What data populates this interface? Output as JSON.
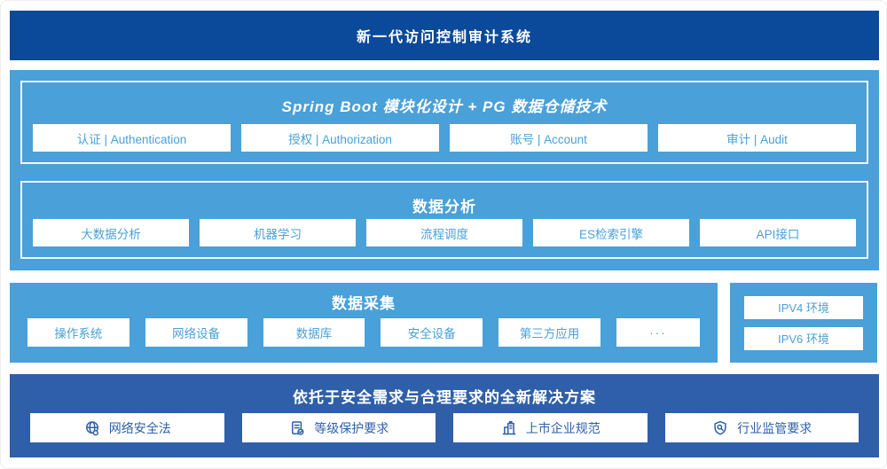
{
  "banner": {
    "title": "新一代访问控制审计系统"
  },
  "platform": {
    "spring_boot": {
      "title": "Spring Boot 模块化设计 + PG 数据仓储技术",
      "modules": [
        "认证 | Authentication",
        "授权 | Authorization",
        "账号 | Account",
        "审计 | Audit"
      ]
    },
    "data_analysis": {
      "title": "数据分析",
      "modules": [
        "大数据分析",
        "机器学习",
        "流程调度",
        "ES检索引擎",
        "API接口"
      ]
    }
  },
  "data_collection": {
    "title": "数据采集",
    "sources": [
      "操作系统",
      "网络设备",
      "数据库",
      "安全设备",
      "第三方应用",
      "···"
    ]
  },
  "environments": {
    "items": [
      "IPV4 环境",
      "IPV6 环境"
    ]
  },
  "solution": {
    "title": "依托于安全需求与合理要求的全新解决方案",
    "items": [
      {
        "icon": "globe-network-icon",
        "label": "网络安全法"
      },
      {
        "icon": "document-check-icon",
        "label": "等级保护要求"
      },
      {
        "icon": "building-icon",
        "label": "上市企业规范"
      },
      {
        "icon": "shield-search-icon",
        "label": "行业监管要求"
      }
    ]
  },
  "colors": {
    "navy": "#0b4a9b",
    "sky_blue": "#4aa0d8",
    "royal_blue": "#2f5fa8"
  }
}
